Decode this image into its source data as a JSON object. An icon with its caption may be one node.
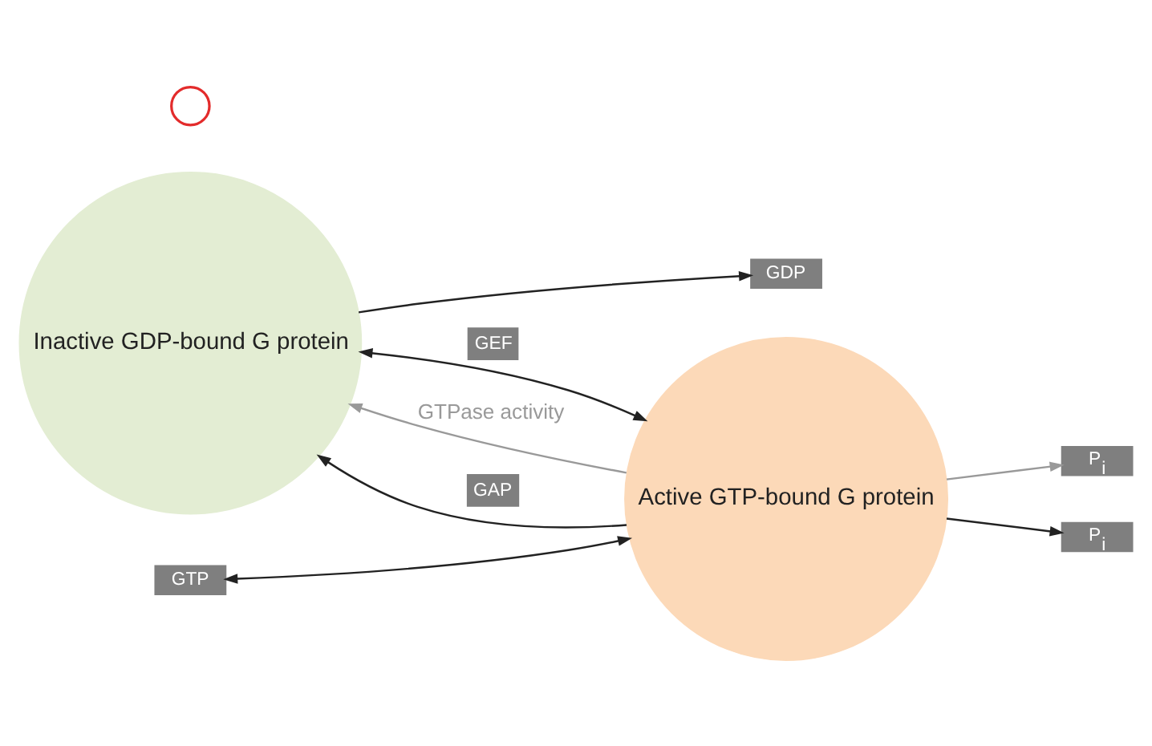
{
  "diagram": {
    "nodes": [
      {
        "text": [
          "Inactive GDP-bound G protein"
        ]
      },
      {
        "text": [
          "Active GTP-bound G protein"
        ]
      },
      {
        "text": [
          "GDP"
        ]
      },
      {
        "text": [
          "GTP"
        ]
      },
      {
        "text": [
          "P$_{i}$"
        ]
      },
      {
        "text": [
          "P$_{i}$"
        ]
      },
      {
        "text": [],
        "shape": "circle"
      }
    ],
    "edges": [
      {
        "from": 0,
        "to": 1,
        "arrow": "both",
        "label": "GEF"
      },
      {
        "from": 0,
        "to": 2,
        "arrow": "to"
      },
      {
        "from": 3,
        "to": 1,
        "arrow": "both"
      },
      {
        "from": 1,
        "to": 0,
        "arrow": "to",
        "label": "GTPase activity",
        "color": "#999999"
      },
      {
        "from": 1,
        "to": 4,
        "arrow": "to",
        "color": "#999999"
      },
      {
        "from": 1,
        "to": 0,
        "arrow": "to",
        "label": "GAP"
      },
      {
        "from": 1,
        "to": 5,
        "arrow": "to"
      }
    ]
  }
}
